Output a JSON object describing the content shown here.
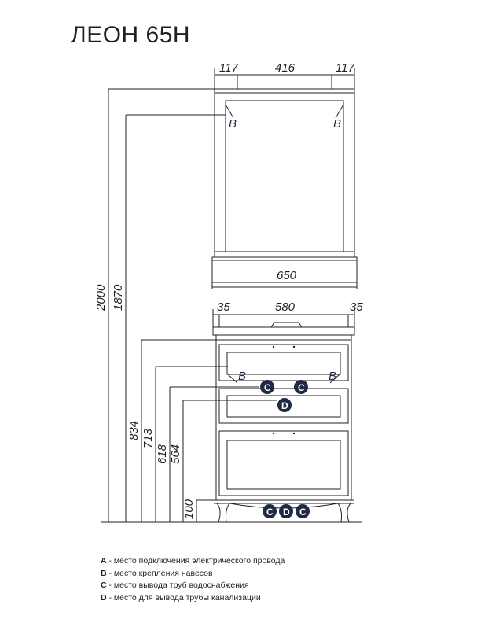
{
  "title": "ЛЕОН 65Н",
  "mirror": {
    "dim_left": "117",
    "dim_center": "416",
    "dim_right": "117",
    "dim_width": "650"
  },
  "cabinet": {
    "dim_left": "35",
    "dim_center": "580",
    "dim_right": "35"
  },
  "heights": {
    "h2000": "2000",
    "h1870": "1870",
    "h834": "834",
    "h713": "713",
    "h618": "618",
    "h564": "564",
    "h100": "100"
  },
  "markers": {
    "b": "B",
    "c": "C",
    "d": "D"
  },
  "legend": [
    {
      "key": "A",
      "text": " - место подключения электрического провода"
    },
    {
      "key": "B",
      "text": " - место крепления навесов"
    },
    {
      "key": "C",
      "text": " - место вывода труб водоснабжения"
    },
    {
      "key": "D",
      "text": " - место для вывода трубы канализации"
    }
  ]
}
